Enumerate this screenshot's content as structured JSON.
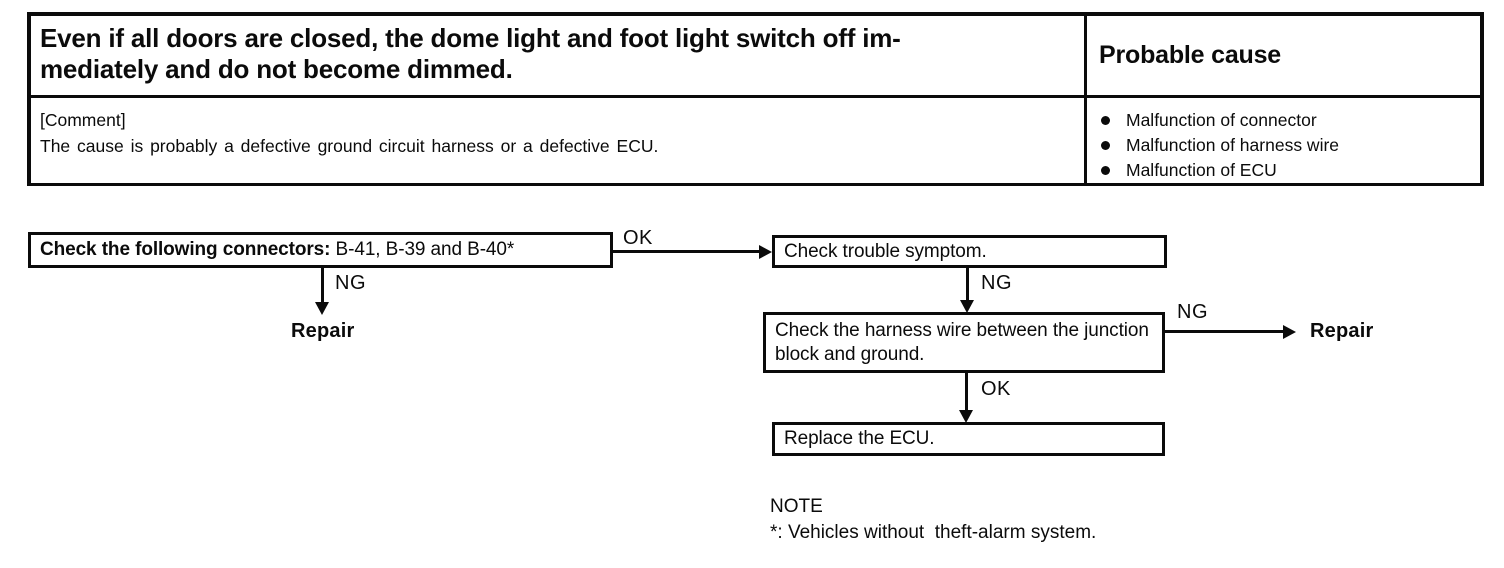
{
  "symptom_table": {
    "title_line1": "Even if all doors are closed, the dome light and foot light switch off im-",
    "title_line2": "mediately and do not become dimmed.",
    "probable_cause_header": "Probable cause",
    "comment_label": "[Comment]",
    "comment_text": "The cause is probably a defective ground circuit harness or a defective ECU.",
    "causes": [
      "Malfunction of connector",
      "Malfunction of harness wire",
      "Malfunction of ECU"
    ]
  },
  "flowchart": {
    "box1_bold": "Check the following connectors:",
    "box1_rest": " B-41, B-39 and B-40*",
    "ok_label_1": "OK",
    "ng_label_1": "NG",
    "repair_left": "Repair",
    "box2": "Check trouble symptom.",
    "ng_label_2": "NG",
    "box3": "Check the harness wire between the junction block and ground.",
    "ng_label_3": "NG",
    "repair_right": "Repair",
    "ok_label_2": "OK",
    "box4": "Replace the ECU.",
    "note_title": "NOTE",
    "note_body": "*: Vehicles without  theft-alarm system."
  }
}
